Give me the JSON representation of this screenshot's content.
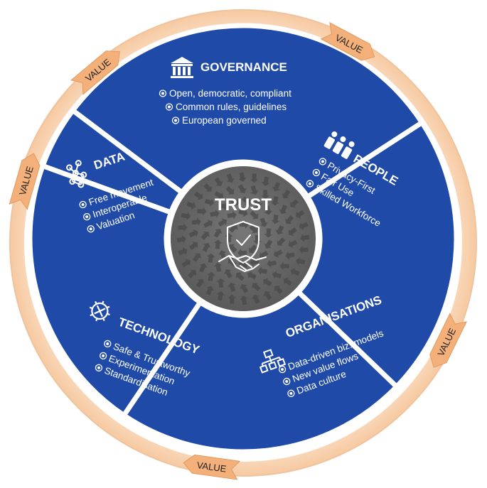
{
  "center": {
    "title": "TRUST",
    "icon": "handshake-shield-icon"
  },
  "arrow_label": "VALUE",
  "segments": [
    {
      "title": "GOVERNANCE",
      "icon": "government-building-icon",
      "items": [
        "Open, democratic, compliant",
        "Common rules, guidelines",
        "European governed"
      ]
    },
    {
      "title": "PEOPLE",
      "icon": "people-group-icon",
      "items": [
        "Privacy-First",
        "Fair Use",
        "Skilled Workforce"
      ]
    },
    {
      "title": "ORGANISATIONS",
      "icon": "org-chart-icon",
      "items": [
        "Data-driven biz. models",
        "New value flows",
        "Data culture"
      ]
    },
    {
      "title": "TECHNOLOGY",
      "icon": "gear-tools-icon",
      "items": [
        "Safe & Trustworthy",
        "Experimentation",
        "Standardisation"
      ]
    },
    {
      "title": "DATA",
      "icon": "data-network-icon",
      "items": [
        "Free movement",
        "Interoperable",
        "Valuation"
      ]
    }
  ],
  "colors": {
    "segment": "#1f4aa8",
    "segment_border": "#ffffff",
    "ring": "#f8dcc0",
    "arrow": "#f3b07a",
    "core": "#6b6b6b",
    "core_pattern": "#4a4a4a",
    "text": "#ffffff"
  }
}
